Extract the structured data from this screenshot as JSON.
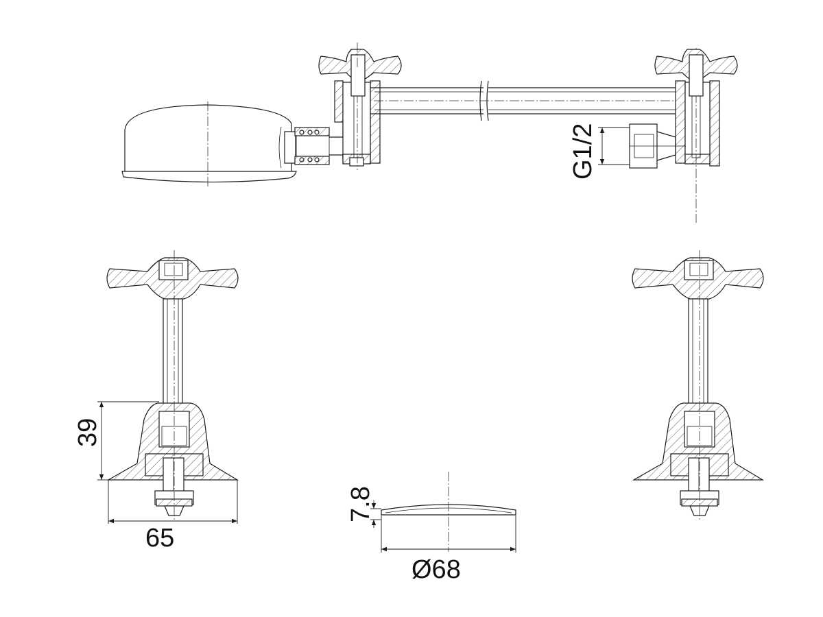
{
  "dimensions": {
    "thread": "G1/2",
    "height": "39",
    "width": "65",
    "cap_thickness": "7.8",
    "cap_diameter": "Ø68"
  }
}
